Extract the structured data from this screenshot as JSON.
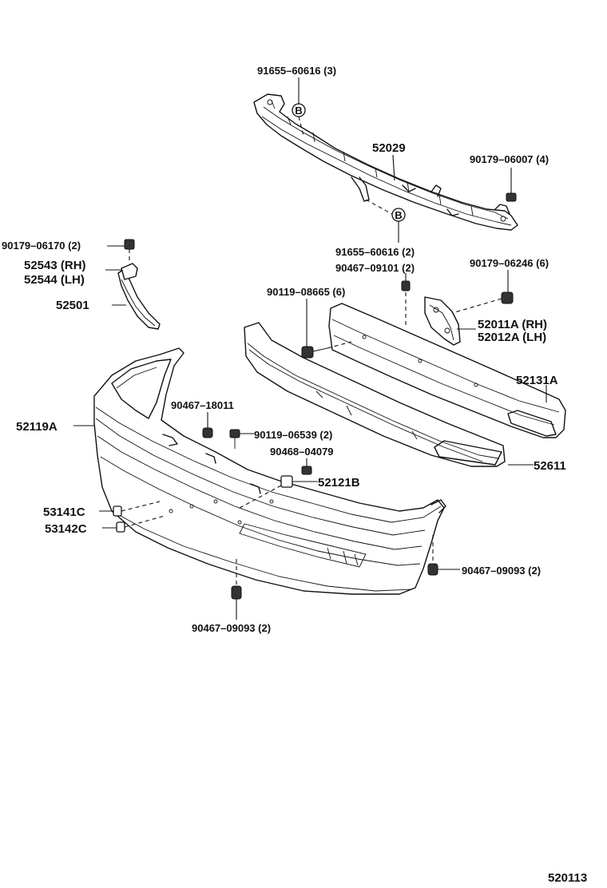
{
  "diagram": {
    "code": "520113",
    "labels": {
      "p_9165560616_3": "91655–60616 (3)",
      "p_52029": "52029",
      "p_9017906007_4": "90179–06007 (4)",
      "p_9017906170_2": "90179–06170 (2)",
      "p_52543": "52543 (RH)",
      "p_52544": "52544 (LH)",
      "p_52501": "52501",
      "p_9165560616_2": "91655–60616 (2)",
      "p_9046709101_2": "90467–09101 (2)",
      "p_9017906246_6": "90179–06246 (6)",
      "p_9011908665_6": "90119–08665 (6)",
      "p_52011A": "52011A (RH)",
      "p_52012A": "52012A (LH)",
      "p_52131A": "52131A",
      "p_9046718011": "90467–18011",
      "p_52119A": "52119A",
      "p_9011906539_2": "90119–06539 (2)",
      "p_9046804079": "90468–04079",
      "p_52121B": "52121B",
      "p_52611": "52611",
      "p_53141C": "53141C",
      "p_53142C": "53142C",
      "p_9046709093_r": "90467–09093 (2)",
      "p_9046709093_b": "90467–09093 (2)"
    },
    "markers": {
      "clip_marker": "B"
    }
  }
}
